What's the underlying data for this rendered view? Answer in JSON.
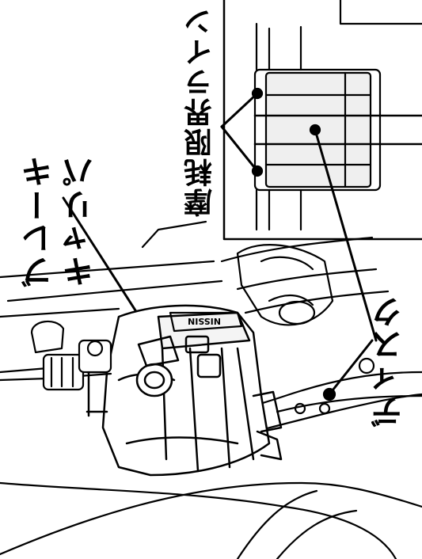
{
  "labels": {
    "caliper_line1": "ブレーキ",
    "caliper_line2": "キャリパ",
    "wear_limit": "摩耗限界ライン",
    "disc": "ディスク"
  },
  "caliper_brand": "NISSIN"
}
